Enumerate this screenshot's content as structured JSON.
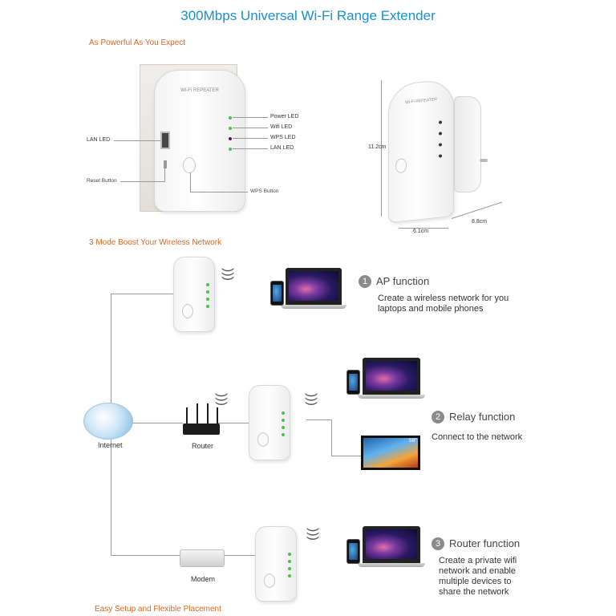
{
  "title": "300Mbps Universal Wi-Fi Range Extender",
  "sections": {
    "s1": "As Powerful As You Expect",
    "s2": "3 Mode Boost Your Wireless Network",
    "s3": "Easy Setup and Flexible Placement"
  },
  "device_labels": {
    "power_led": "Power LED",
    "wifi_led": "Wifi LED",
    "wps_led": "WPS LED",
    "lan_led": "LAN LED",
    "lan_led_left": "LAN LED",
    "reset_button": "Reset Button",
    "wps_button": "WPS Button",
    "logo": "Wi-Fi REPEATER"
  },
  "dimensions": {
    "height": "11.2cm",
    "width": "6.1cm",
    "depth": "8.8cm"
  },
  "network": {
    "internet": "Internet",
    "router": "Router",
    "modem": "Modem",
    "tv_badge": "58\""
  },
  "functions": [
    {
      "num": "1",
      "title": "AP function",
      "desc": "Create a wireless network for you laptops and mobile phones"
    },
    {
      "num": "2",
      "title": "Relay function",
      "desc": "Connect to the network"
    },
    {
      "num": "3",
      "title": "Router function",
      "desc": "Create a private wifi network and enable multiple devices to share the network"
    }
  ],
  "colors": {
    "title": "#1a8fd0",
    "section": "#d06a25",
    "led": "#44c544"
  }
}
